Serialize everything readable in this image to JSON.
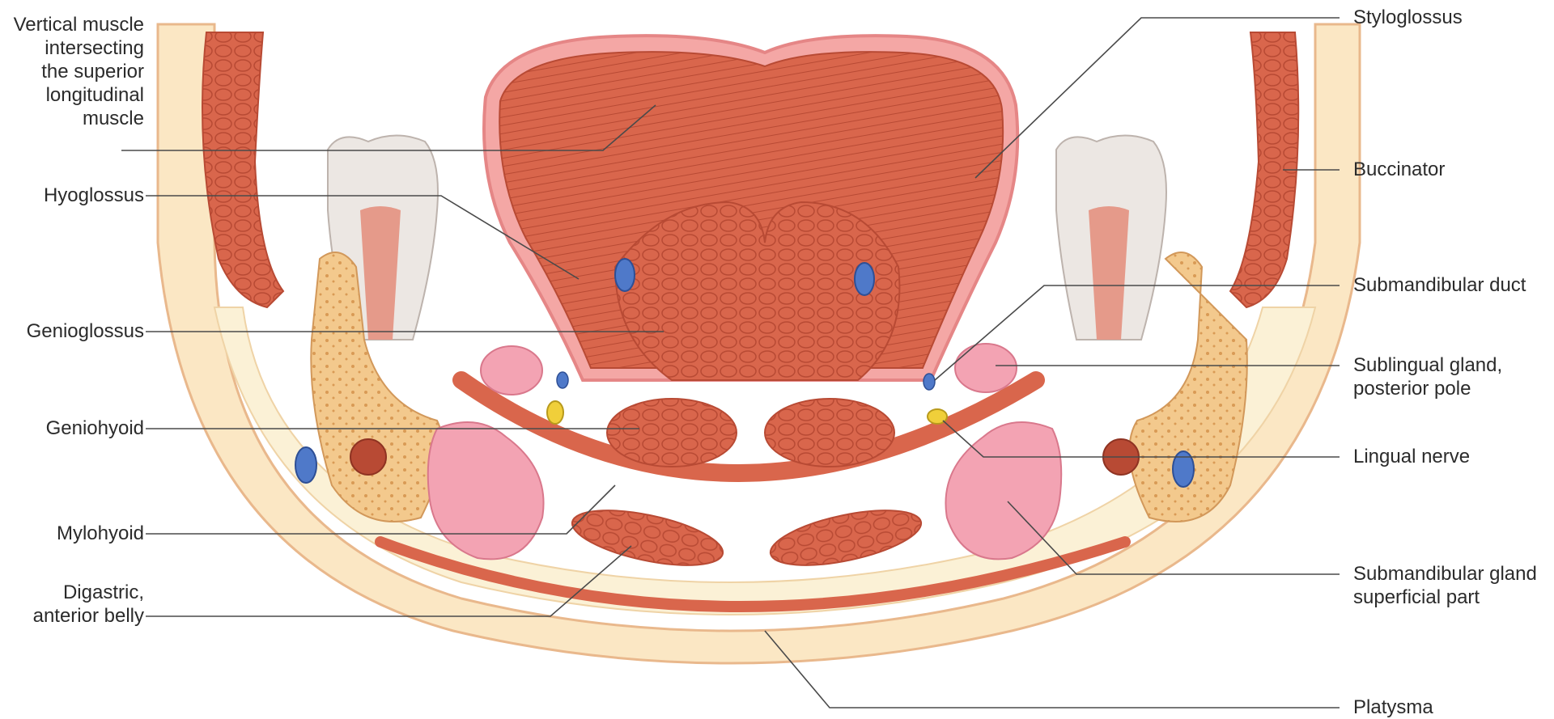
{
  "colors": {
    "muscle": "#d9664c",
    "muscle_dark": "#b84a34",
    "muscle_light": "#ec9a7f",
    "tongue_border": "#f4a7a5",
    "fascia": "#f5e3c3",
    "fat": "#fbf1d6",
    "bone": "#f3c98d",
    "gland": "#f3a3b3",
    "vein": "#4f79c9",
    "nerve": "#f0cf3a",
    "line": "#4a4a4a"
  },
  "labels": {
    "vertical_muscle": [
      "Vertical muscle",
      "intersecting",
      "the superior",
      "longitudinal",
      "muscle"
    ],
    "hyoglossus": [
      "Hyoglossus"
    ],
    "genioglossus": [
      "Genioglossus"
    ],
    "geniohyoid": [
      "Geniohyoid"
    ],
    "mylohyoid": [
      "Mylohyoid"
    ],
    "digastric": [
      "Digastric,",
      "anterior belly"
    ],
    "styloglossus": [
      "Styloglossus"
    ],
    "buccinator": [
      "Buccinator"
    ],
    "submandibular_duct": [
      "Submandibular duct"
    ],
    "sublingual_gland": [
      "Sublingual gland,",
      "posterior pole"
    ],
    "lingual_nerve": [
      "Lingual nerve"
    ],
    "submandibular_gland": [
      "Submandibular gland",
      "superficial part"
    ],
    "platysma": [
      "Platysma"
    ]
  }
}
